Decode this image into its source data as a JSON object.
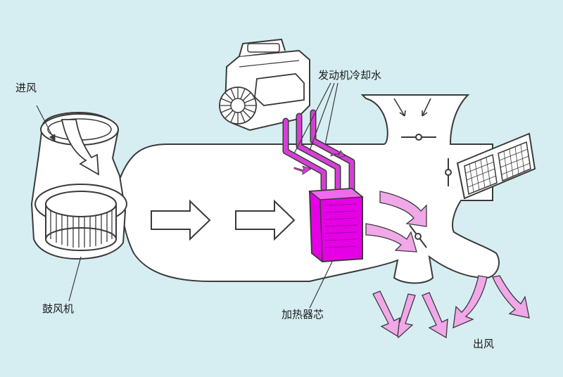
{
  "labels": {
    "air_inlet": "进风",
    "blower": "鼓风机",
    "engine_coolant": "发动机冷却水",
    "heater_core": "加热器芯",
    "air_outlet": "出风"
  },
  "colors": {
    "background": "#d6eef2",
    "outline": "#3a3a3a",
    "housing": "#ffffff",
    "coolant": "#d63fd6",
    "heater_core": "#e600e6",
    "airflow_arrow": "#f0a8e8"
  },
  "icons": {
    "blower": "blower-fan-icon",
    "engine": "engine-icon",
    "heater_core": "heater-core-icon",
    "vents": "vent-grille-icon",
    "dampers": "damper-icon"
  }
}
